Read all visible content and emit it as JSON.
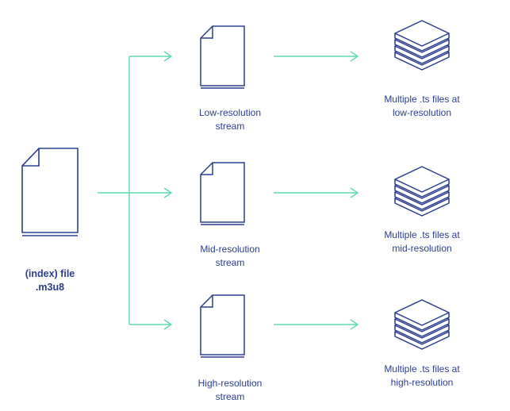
{
  "colors": {
    "doc_stroke": "#2b3d8f",
    "arrow_stroke": "#5fd9b0",
    "text": "#2b3d8f"
  },
  "index_file": {
    "icon": "document-icon",
    "line1": "(index) file",
    "line2": ".m3u8"
  },
  "streams": [
    {
      "icon": "document-icon",
      "stream_line1": "Low-resolution",
      "stream_line2": "stream",
      "segments_icon": "layers-stack-icon",
      "segments_line1": "Multiple .ts files at",
      "segments_line2": "low-resolution"
    },
    {
      "icon": "document-icon",
      "stream_line1": "Mid-resolution",
      "stream_line2": "stream",
      "segments_icon": "layers-stack-icon",
      "segments_line1": "Multiple .ts files at",
      "segments_line2": "mid-resolution"
    },
    {
      "icon": "document-icon",
      "stream_line1": "High-resolution",
      "stream_line2": "stream",
      "segments_icon": "layers-stack-icon",
      "segments_line1": "Multiple .ts files at",
      "segments_line2": "high-resolution"
    }
  ]
}
